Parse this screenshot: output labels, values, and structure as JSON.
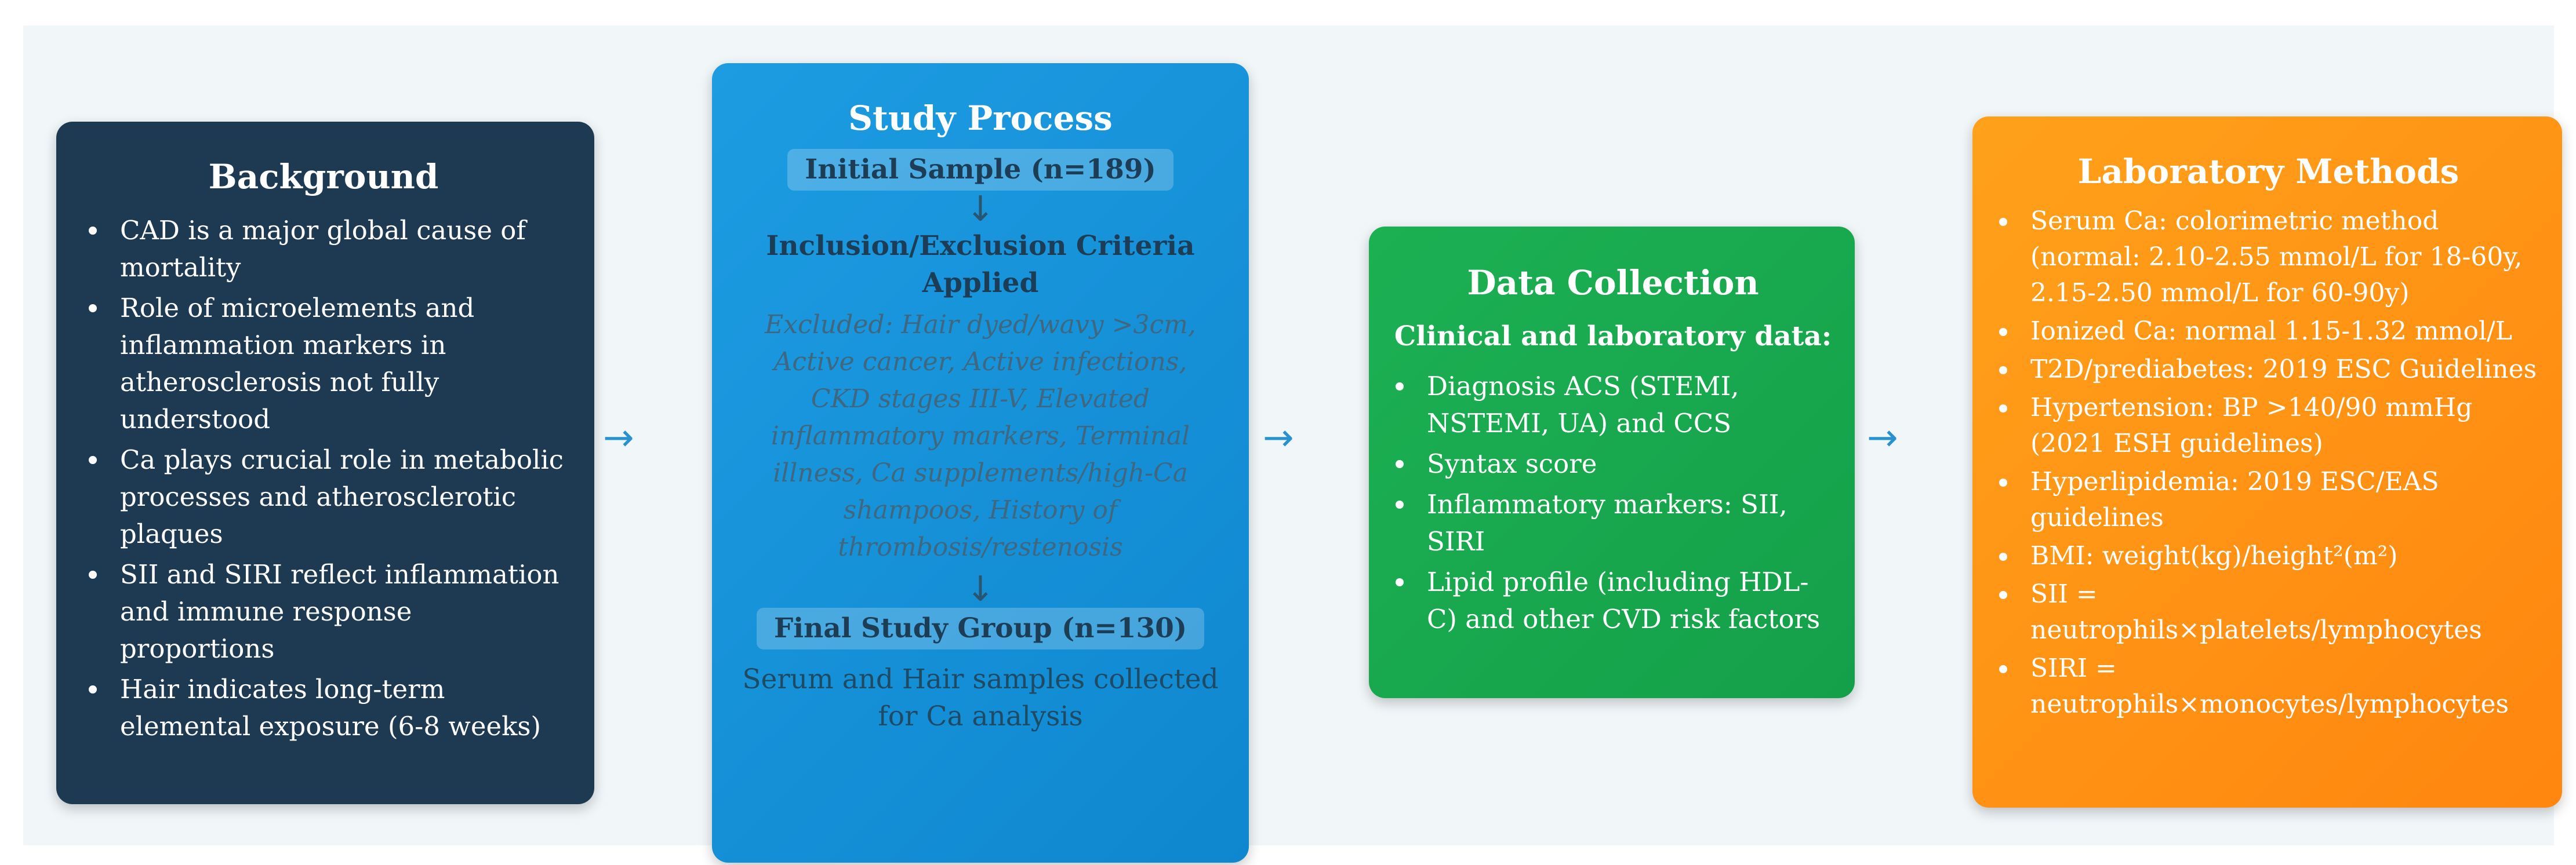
{
  "background": {
    "title": "Background",
    "items": [
      "CAD is a major global cause of mortality",
      "Role of microelements and inflammation markers in atherosclerosis not fully understood",
      "Ca plays crucial role in metabolic processes and atherosclerotic plaques",
      "SII and SIRI reflect inflammation and immune response proportions",
      "Hair indicates long-term elemental exposure (6-8 weeks)"
    ],
    "color": "#1e3a52"
  },
  "study_process": {
    "title": "Study Process",
    "initial_sample": "Initial Sample (n=189)",
    "criteria_heading": "Inclusion/Exclusion Criteria Applied",
    "excluded_text": "Excluded: Hair dyed/wavy >3cm, Active cancer, Active infections, CKD stages III-V, Elevated inflammatory markers, Terminal illness, Ca supplements/high-Ca shampoos, History of thrombosis/restenosis",
    "final_group": "Final Study Group (n=130)",
    "samples_text": "Serum and Hair samples collected for Ca analysis",
    "arrow_glyph": "↓",
    "color": "#1d9ce2"
  },
  "data_collection": {
    "title": "Data Collection",
    "subtitle": "Clinical and laboratory data:",
    "items": [
      "Diagnosis ACS (STEMI, NSTEMI, UA) and CCS",
      "Syntax score",
      "Inflammatory markers: SII, SIRI",
      "Lipid profile (including HDL-C) and other CVD risk factors"
    ],
    "color": "#1db053"
  },
  "lab_methods": {
    "title": "Laboratory Methods",
    "items": [
      "Serum Ca: colorimetric method (normal: 2.10-2.55 mmol/L for 18-60y, 2.15-2.50 mmol/L for 60-90y)",
      "Ionized Ca: normal 1.15-1.32 mmol/L",
      "T2D/prediabetes: 2019 ESC Guidelines",
      "Hypertension: BP >140/90 mmHg (2021 ESH guidelines)",
      "Hyperlipidemia: 2019 ESC/EAS guidelines",
      "BMI: weight(kg)/height²(m²)",
      "SII = neutrophils×platelets/lymphocytes",
      "SIRI = neutrophils×monocytes/lymphocytes"
    ],
    "color": "#ffa11a"
  },
  "flow_arrow": "→"
}
